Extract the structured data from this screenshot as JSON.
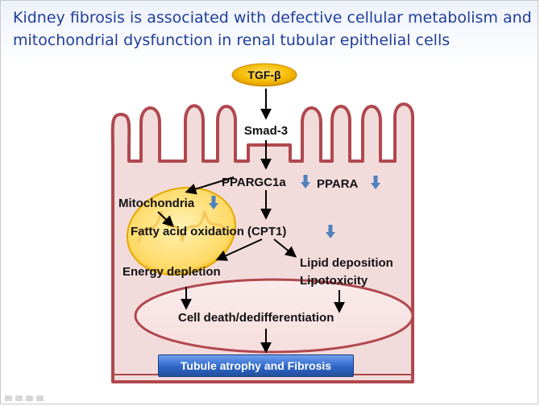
{
  "slide": {
    "title_lines": [
      "Kidney fibrosis is associated with defective cellular metabolism and",
      "mitochondrial dysfunction in renal tubular epithelial cells"
    ]
  },
  "diagram": {
    "nodes": {
      "tgfb": "TGF-β",
      "smad3": "Smad-3",
      "ppargc1a": "PPARGC1a",
      "ppara": "PPARA",
      "mitochondria": "Mitochondria",
      "fao": "Fatty acid oxidation (CPT1)",
      "energy": "Energy depletion",
      "lipid1": "Lipid deposition",
      "lipid2": "Lipotoxicity",
      "death": "Cell death/dedifferentiation",
      "outcome": "Tubule atrophy and Fibrosis"
    },
    "colors": {
      "cell_fill": "#f2dcdb",
      "cell_outline": "#b0484e",
      "tgf_fill": "#f4b800",
      "mito_fill": "#ffd966",
      "down_arrow": "#4f81bd",
      "banner": "#2f66c8"
    },
    "icons": [
      "down-arrow-icon"
    ]
  }
}
